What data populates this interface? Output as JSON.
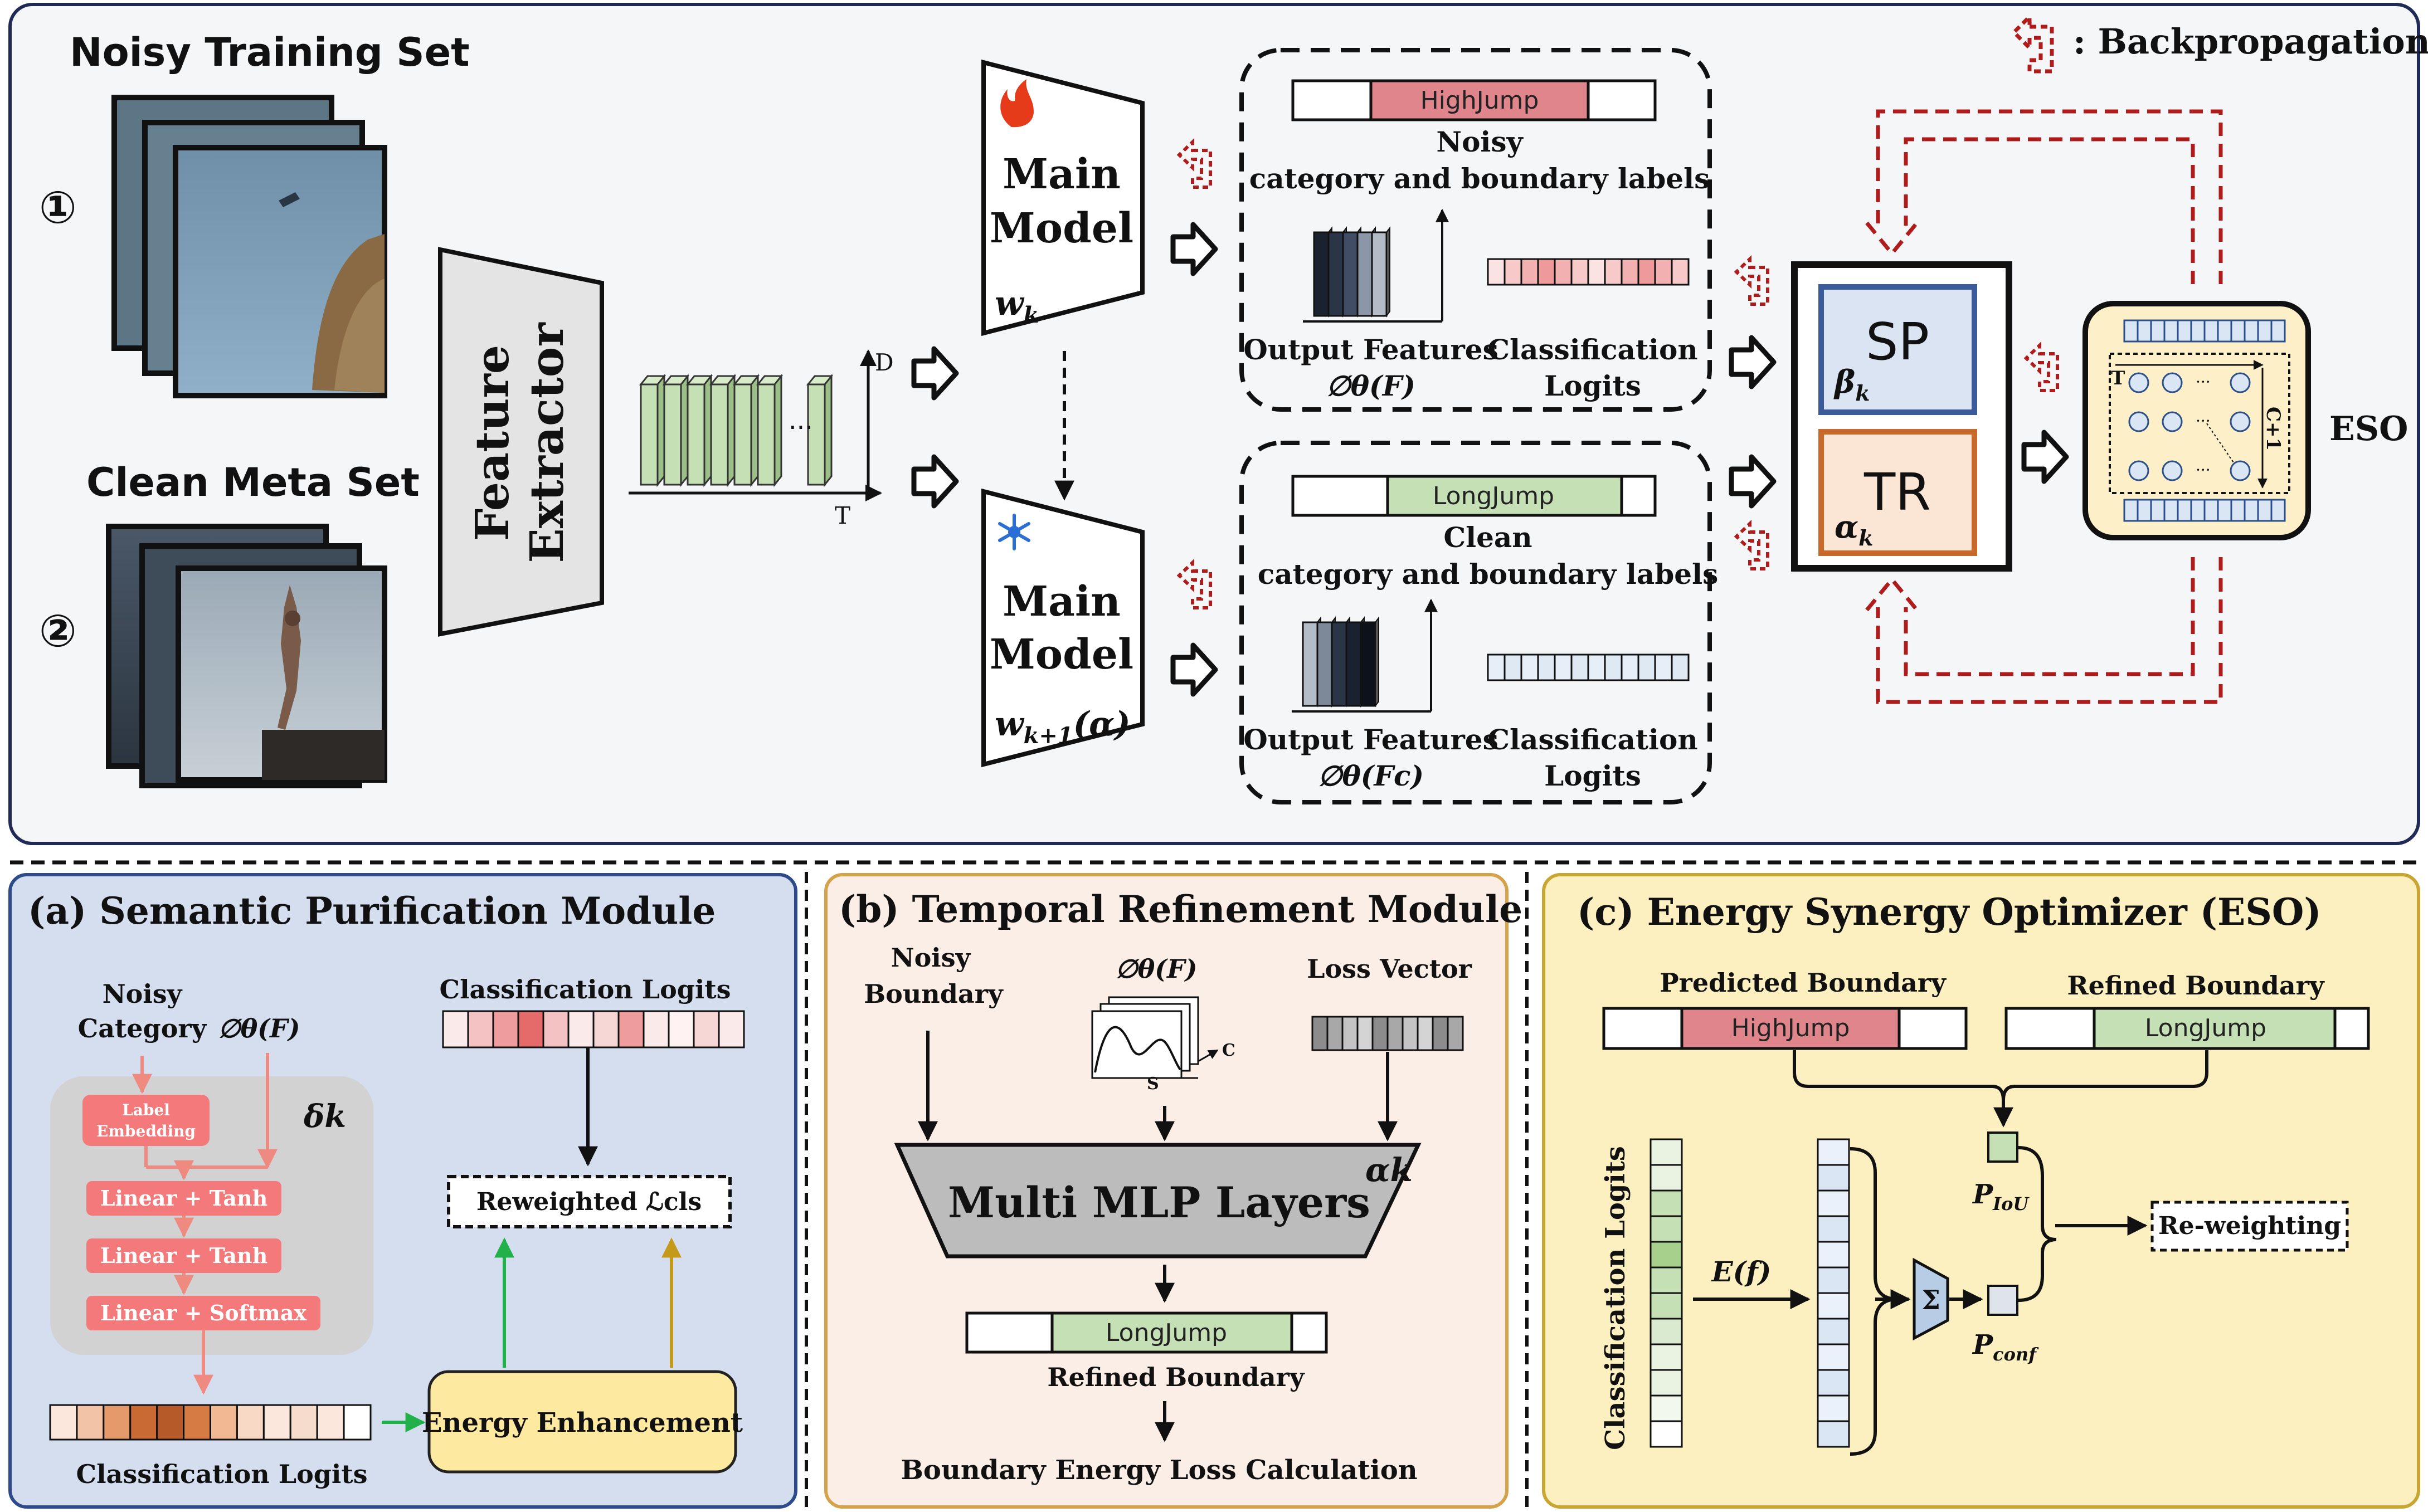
{
  "legend": {
    "label": ": Backpropagation"
  },
  "top": {
    "noisy_set_title": "Noisy Training Set",
    "clean_set_title": "Clean Meta Set",
    "marker_1": "①",
    "marker_2": "②",
    "feature_extractor": [
      "Feature",
      "Extractor"
    ],
    "axis_d": "D",
    "axis_t": "T",
    "ellipsis": "...",
    "main_model_line1": "Main",
    "main_model_line2": "Model",
    "w_k": "w",
    "w_k_sub": "k",
    "w_k1": "w",
    "w_k1_sub": "k+1",
    "w_k1_arg": "(α)",
    "upper_box": {
      "label_bar": "HighJump",
      "caption_1": "Noisy",
      "caption_2": "category and boundary labels",
      "features_label": "Output Features",
      "features_formula": "∅θ(F)",
      "logits_label_1": "Classification",
      "logits_label_2": "Logits"
    },
    "lower_box": {
      "label_bar": "LongJump",
      "caption_1": "Clean",
      "caption_2": "category and boundary labels",
      "features_label": "Output Features",
      "features_formula": "∅θ(Fc)",
      "logits_label_1": "Classification",
      "logits_label_2": "Logits"
    },
    "sp_label": "SP",
    "sp_param": "β",
    "sp_param_sub": "k",
    "tr_label": "TR",
    "tr_param": "α",
    "tr_param_sub": "k",
    "eso_label": "ESO",
    "grid_t": "T",
    "grid_c": "C+1",
    "grid_dots": "···"
  },
  "panel_a": {
    "title": "(a) Semantic Purification Module",
    "noisy_category_1": "Noisy",
    "noisy_category_2": "Category",
    "phi_f": "∅θ(F)",
    "delta_k": "δk",
    "label_embedding_1": "Label",
    "label_embedding_2": "Embedding",
    "layer_1": "Linear + Tanh",
    "layer_2": "Linear + Tanh",
    "layer_3": "Linear + Softmax",
    "logits_top": "Classification Logits",
    "reweighted": "Reweighted ℒcls",
    "energy_enhancement": "Energy Enhancement",
    "logits_bottom": "Classification Logits"
  },
  "panel_b": {
    "title": "(b) Temporal Refinement Module",
    "noisy_boundary_1": "Noisy",
    "noisy_boundary_2": "Boundary",
    "phi_f": "∅θ(F)",
    "loss_vector": "Loss Vector",
    "axis_s": "S",
    "axis_c": "C",
    "mlp": "Multi MLP Layers",
    "alpha_k": "αk",
    "bar_label": "LongJump",
    "refined_boundary": "Refined Boundary",
    "energy_loss": "Boundary Energy Loss Calculation"
  },
  "panel_c": {
    "title": "(c) Energy Synergy Optimizer (ESO)",
    "predicted_boundary": "Predicted Boundary",
    "refined_boundary": "Refined Boundary",
    "predicted_bar": "HighJump",
    "refined_bar": "LongJump",
    "classification_logits": "Classification Logits",
    "energy_fn": "E(f)",
    "sigma": "Σ",
    "p_iou": "P",
    "p_iou_sub": "IoU",
    "p_conf": "P",
    "p_conf_sub": "conf",
    "reweighting": "Re-weighting"
  }
}
